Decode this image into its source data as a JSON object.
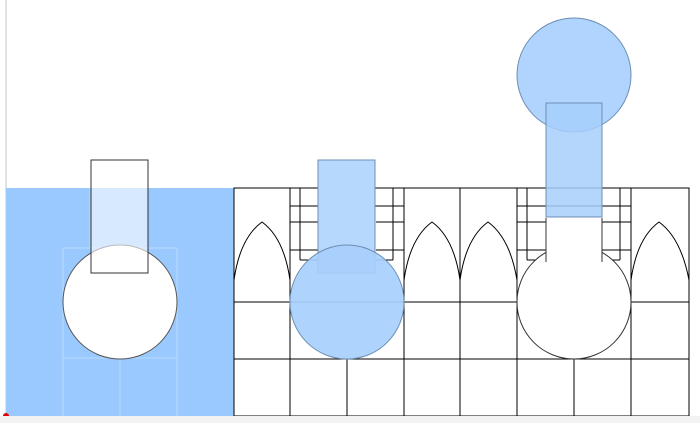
{
  "canvas": {
    "background": "#ffffff",
    "stroke_color": "#000000",
    "fill_strong": "#99c9ff",
    "fill_light": "#b7d8fd",
    "fill_mid": "#a7cffd",
    "outline_color": "#6d8fb3",
    "origin_marker_color": "#e00000",
    "left_border_color": "#c7c7c7",
    "shapes": {
      "left_panel": "filled-panel",
      "grid": "wall-grid",
      "arches": "gothic-arch",
      "circles": "circle",
      "rects": "rectangle"
    }
  }
}
